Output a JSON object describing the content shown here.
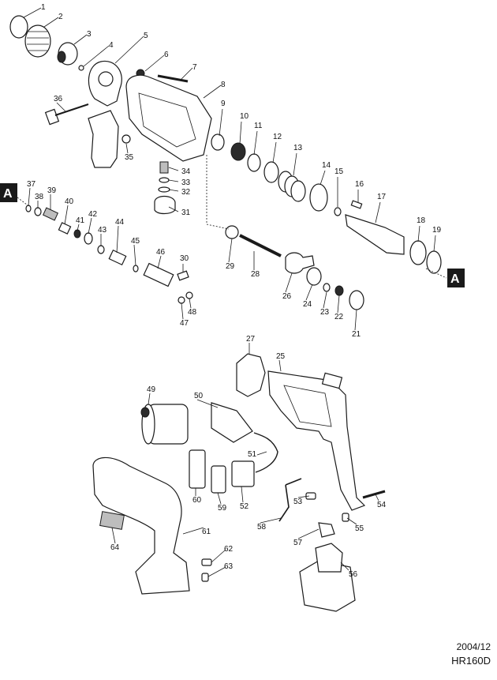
{
  "diagram": {
    "part_numbers": [
      "1",
      "2",
      "3",
      "4",
      "5",
      "6",
      "7",
      "8",
      "9",
      "10",
      "11",
      "12",
      "13",
      "14",
      "15",
      "16",
      "17",
      "18",
      "19",
      "21",
      "22",
      "23",
      "24",
      "25",
      "26",
      "27",
      "28",
      "29",
      "30",
      "31",
      "32",
      "33",
      "34",
      "35",
      "36",
      "37",
      "38",
      "39",
      "40",
      "41",
      "42",
      "43",
      "44",
      "45",
      "46",
      "47",
      "48",
      "49",
      "50",
      "51",
      "52",
      "53",
      "54",
      "55",
      "56",
      "57",
      "58",
      "59",
      "60",
      "61",
      "62",
      "63",
      "64"
    ],
    "section_marker": "A"
  },
  "footer": {
    "date": "2004/12",
    "model": "HR160D"
  }
}
